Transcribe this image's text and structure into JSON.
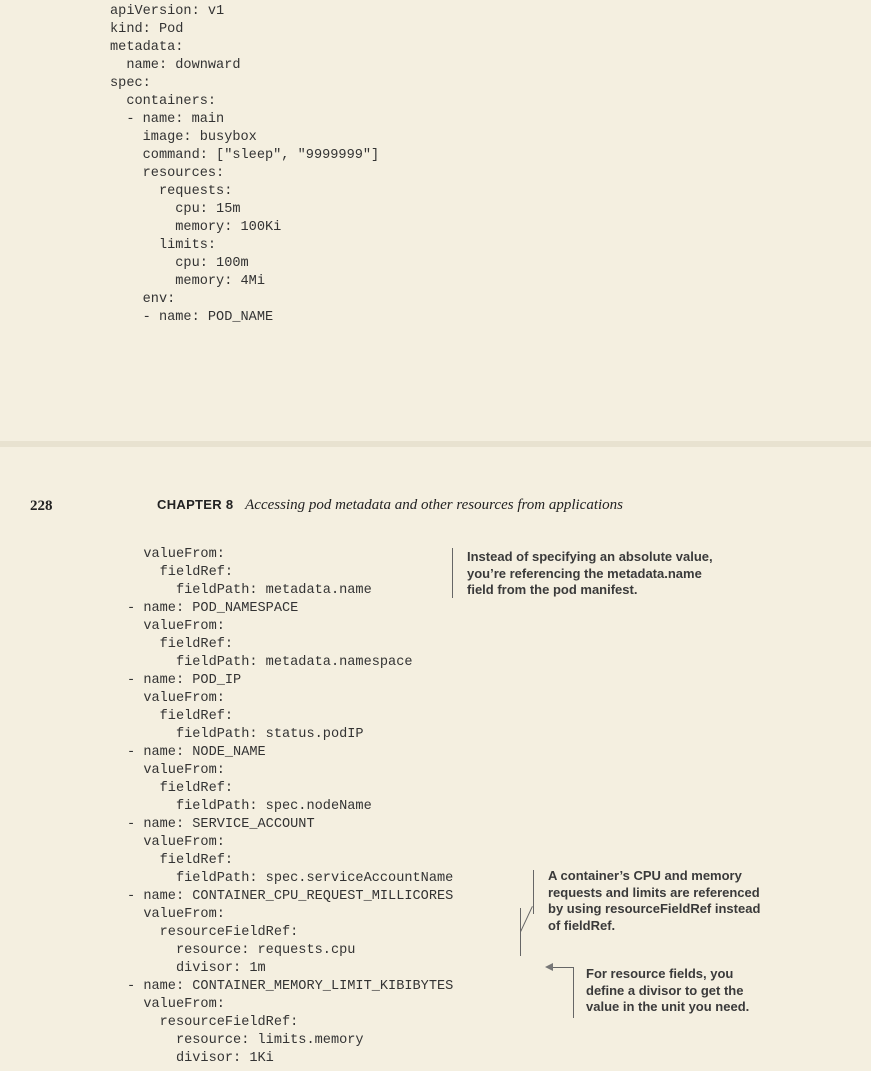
{
  "top_code": "apiVersion: v1\nkind: Pod\nmetadata:\n  name: downward\nspec:\n  containers:\n  - name: main\n    image: busybox\n    command: [\"sleep\", \"9999999\"]\n    resources:\n      requests:\n        cpu: 15m\n        memory: 100Ki\n      limits:\n        cpu: 100m\n        memory: 4Mi\n    env:\n    - name: POD_NAME",
  "page_number": "228",
  "running_head": {
    "chapter": "CHAPTER 8",
    "title": "Accessing pod metadata and other resources from applications"
  },
  "bottom_code": "  valueFrom:\n    fieldRef:\n      fieldPath: metadata.name\n- name: POD_NAMESPACE\n  valueFrom:\n    fieldRef:\n      fieldPath: metadata.namespace\n- name: POD_IP\n  valueFrom:\n    fieldRef:\n      fieldPath: status.podIP\n- name: NODE_NAME\n  valueFrom:\n    fieldRef:\n      fieldPath: spec.nodeName\n- name: SERVICE_ACCOUNT\n  valueFrom:\n    fieldRef:\n      fieldPath: spec.serviceAccountName\n- name: CONTAINER_CPU_REQUEST_MILLICORES\n  valueFrom:\n    resourceFieldRef:\n      resource: requests.cpu\n      divisor: 1m\n- name: CONTAINER_MEMORY_LIMIT_KIBIBYTES\n  valueFrom:\n    resourceFieldRef:\n      resource: limits.memory\n      divisor: 1Ki",
  "annotations": {
    "field_ref": "Instead of specifying an absolute value,\nyou’re referencing the metadata.name\nfield from the pod manifest.",
    "resource_field_ref": "A container’s CPU and memory\nrequests and limits are referenced\nby using resourceFieldRef instead\nof fieldRef.",
    "divisor": "For resource fields, you\ndefine a divisor to get the\nvalue in the unit you need."
  }
}
